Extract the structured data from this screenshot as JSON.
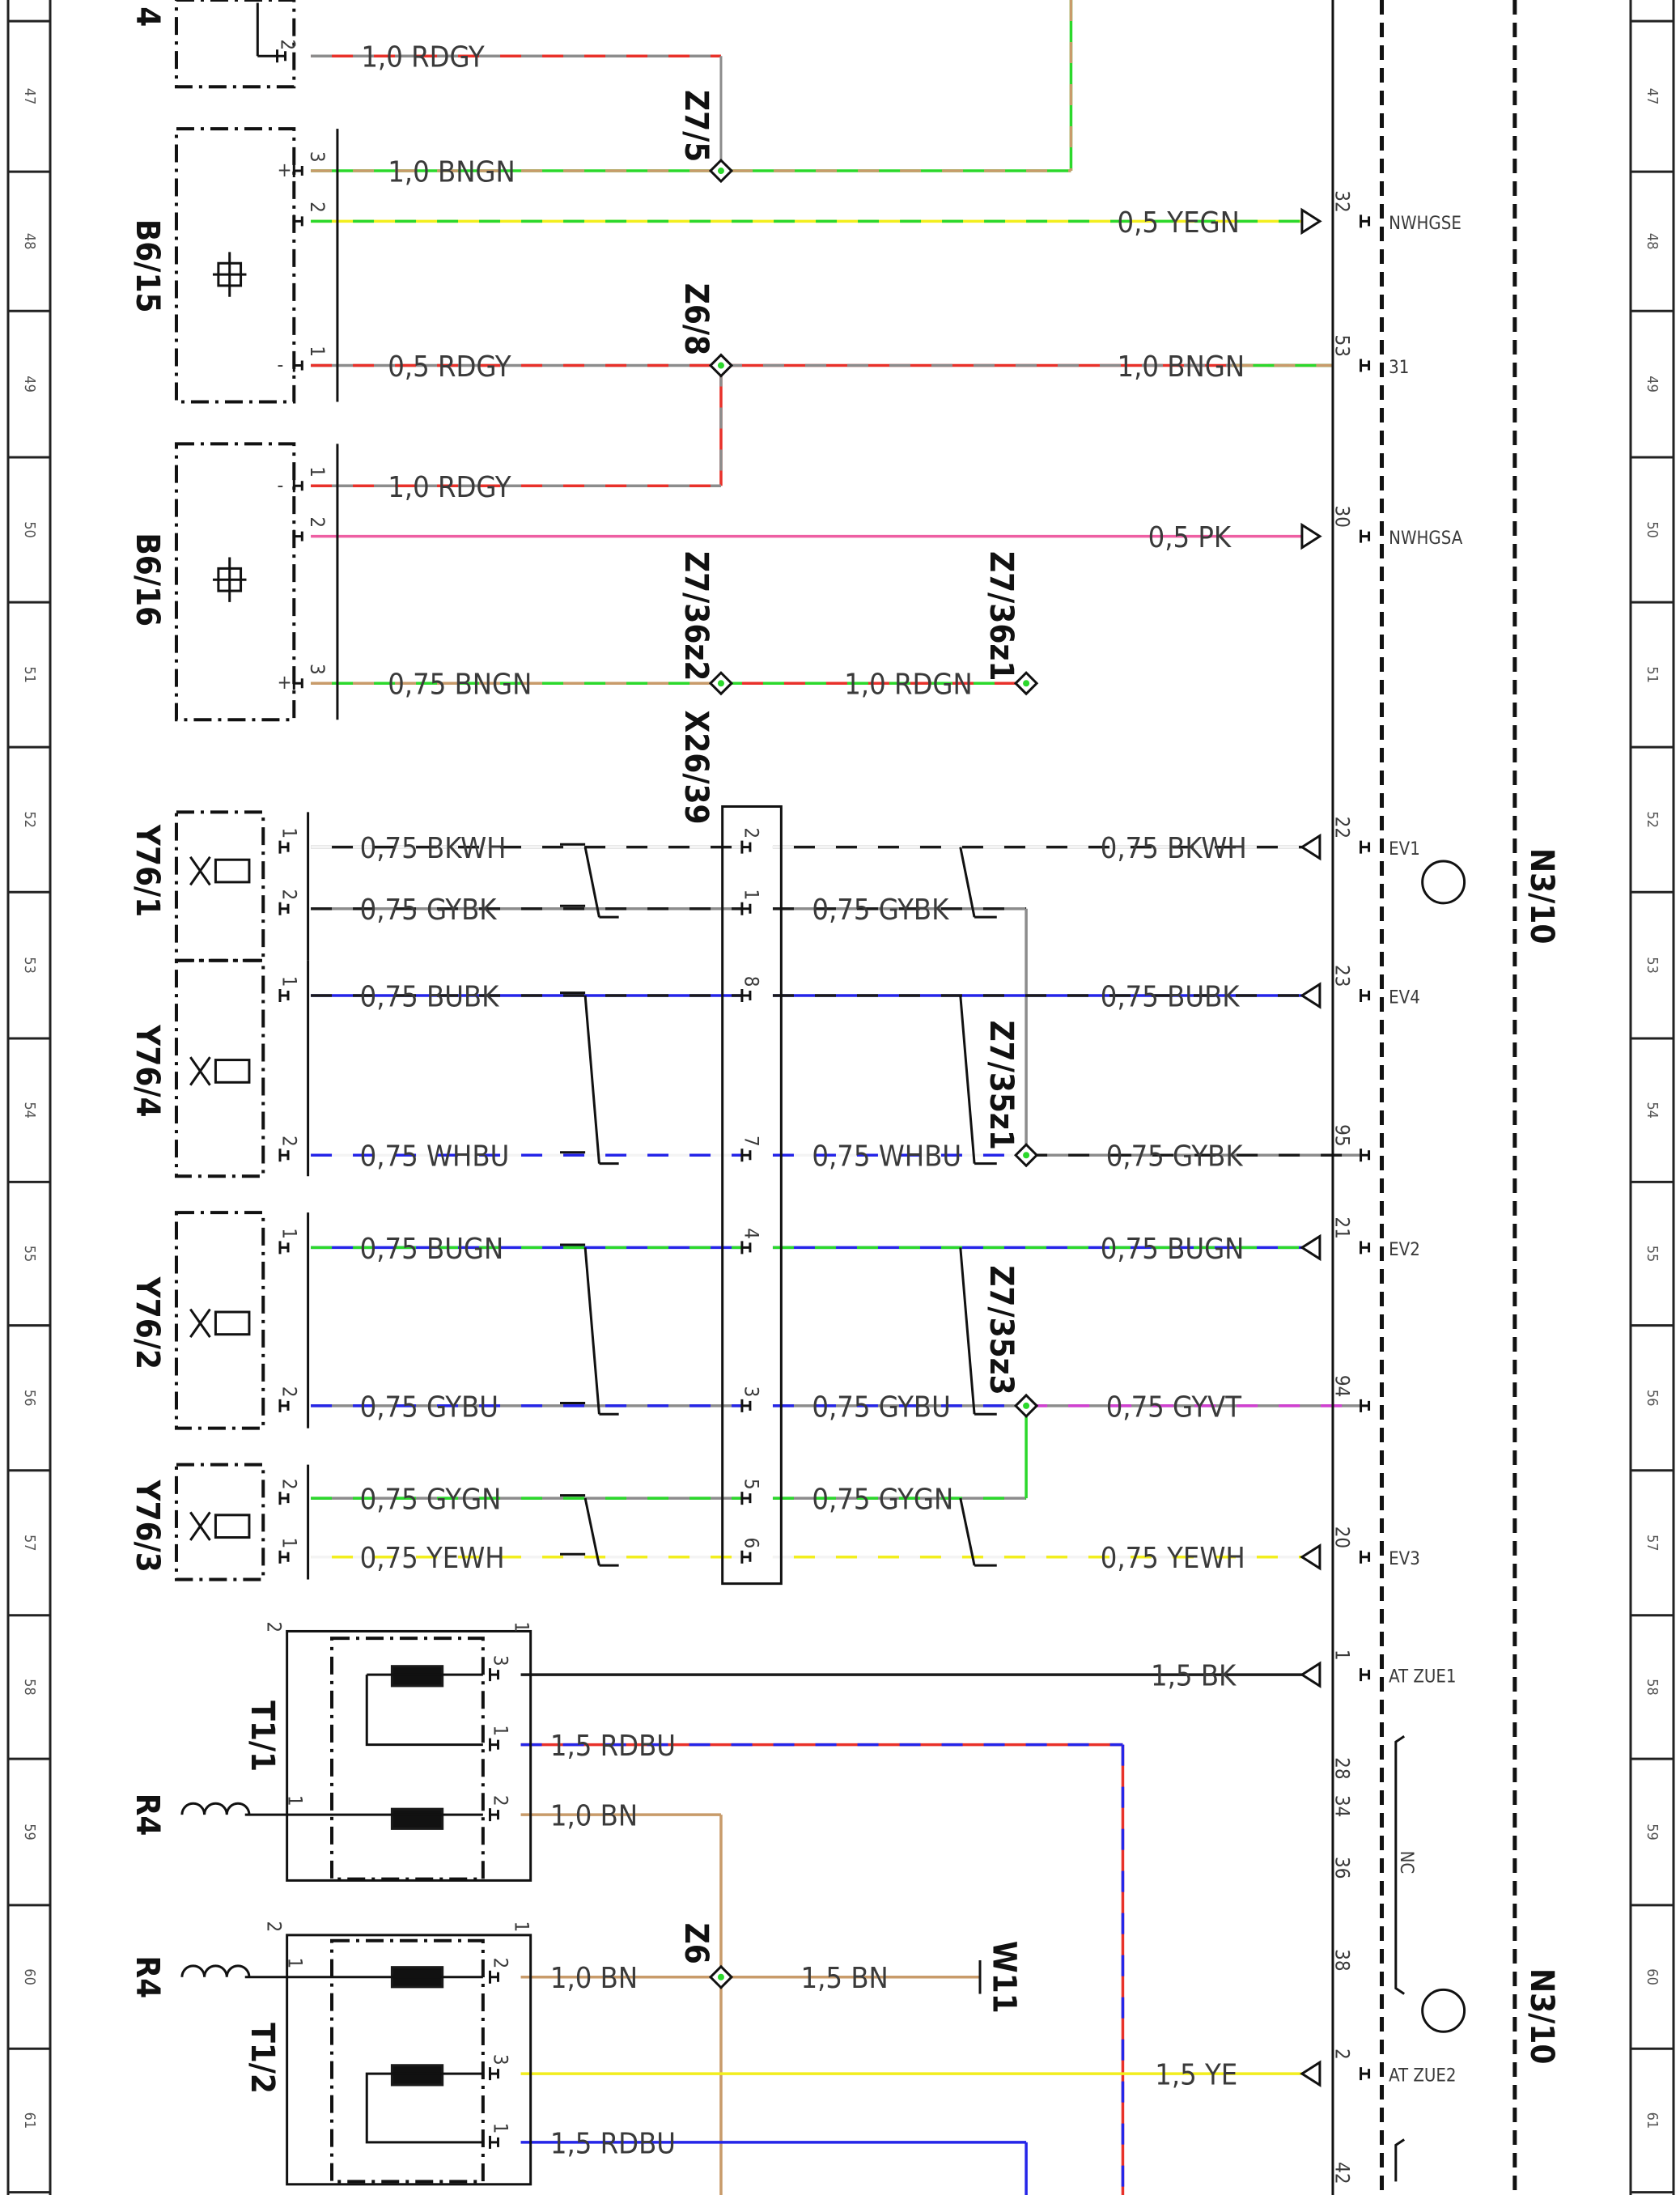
{
  "rows": [
    "47",
    "48",
    "49",
    "50",
    "51",
    "52",
    "53",
    "54",
    "55",
    "56",
    "57",
    "58",
    "59",
    "60",
    "61"
  ],
  "components": {
    "top_fragment": "4",
    "b6_15": "B6/15",
    "b6_16": "B6/16",
    "y76_1": "Y76/1",
    "y76_4": "Y76/4",
    "y76_2": "Y76/2",
    "y76_3": "Y76/3",
    "t1_1": "T1/1",
    "t1_2": "T1/2",
    "r4_a": "R4",
    "r4_b": "R4",
    "n3_10_a": "N3/10",
    "n3_10_b": "N3/10",
    "x26_39": "X26/39",
    "w11": "W11"
  },
  "splices": {
    "z7_5": "Z7/5",
    "z6_8": "Z6/8",
    "z7_36z2": "Z7/36z2",
    "z7_36z1": "Z7/36z1",
    "z7_35z1": "Z7/35z1",
    "z7_35z3": "Z7/35z3",
    "z6": "Z6"
  },
  "wires": {
    "w1": "1,0 RDGY",
    "w2": "1,0 BNGN",
    "w3": "0,5 YEGN",
    "w4": "0,5 RDGY",
    "w5": "1,0 BNGN",
    "w6": "1,0 RDGY",
    "w7": "0,5 PK",
    "w8": "0,75 BNGN",
    "w9": "1,0 RDGN",
    "w10": "0,75 BKWH",
    "w11": "0,75 BKWH",
    "w12": "0,75 GYBK",
    "w13": "0,75 GYBK",
    "w14": "0,75 BUBK",
    "w15": "0,75 BUBK",
    "w16": "0,75 WHBU",
    "w17": "0,75 WHBU",
    "w18": "0,75 GYBK",
    "w19": "0,75 BUGN",
    "w20": "0,75 BUGN",
    "w21": "0,75 GYBU",
    "w22": "0,75 GYBU",
    "w23": "0,75 GYVT",
    "w24": "0,75 GYGN",
    "w25": "0,75 GYGN",
    "w26": "0,75 YEWH",
    "w27": "0,75 YEWH",
    "w28": "1,5 BK",
    "w29": "1,5 RDBU",
    "w30": "1,0 BN",
    "w31": "1,0 BN",
    "w32": "1,5 BN",
    "w33": "1,5 YE",
    "w34": "1,5 RDBU"
  },
  "signals": {
    "nwhgse": "NWHGSE",
    "s31": "31",
    "nwhgsa": "NWHGSA",
    "ev1": "EV1",
    "ev4": "EV4",
    "ev2": "EV2",
    "ev3": "EV3",
    "at_zue1": "AT ZUE1",
    "nc": "NC",
    "at_zue2": "AT ZUE2"
  },
  "n3_pins": {
    "p32": "32",
    "p53": "53",
    "p30": "30",
    "p22": "22",
    "p23": "23",
    "p95": "95",
    "p21": "21",
    "p94": "94",
    "p20": "20",
    "p1": "1",
    "p28": "28",
    "p34": "34",
    "p36": "36",
    "p38": "38",
    "p2": "2",
    "p42": "42"
  },
  "x_pins": {
    "p2": "2",
    "p1": "1",
    "p8": "8",
    "p7": "7",
    "p4": "4",
    "p3": "3",
    "p5": "5",
    "p6": "6"
  },
  "comp_pins": {
    "a2": "2",
    "b15_3": "3",
    "b15_2": "2",
    "b15_1": "1",
    "b16_1": "1",
    "b16_2": "2",
    "b16_3": "3",
    "y1_1": "1",
    "y1_2": "2",
    "y4_1": "1",
    "y4_2": "2",
    "y2_1": "1",
    "y2_2": "2",
    "y3_2": "2",
    "y3_1": "1",
    "t1_3": "3",
    "t1_1": "1",
    "t1_2": "2",
    "t1_c1": "1",
    "t1_c2": "2",
    "t1_in1": "1",
    "t2_2": "2",
    "t2_3": "3",
    "t2_1": "1",
    "t2_c1": "1",
    "t2_c2": "2",
    "t2_in1": "1"
  },
  "polarity": {
    "b15_plus": "+",
    "b15_minus": "-",
    "b16_minus": "-",
    "b16_plus": "+"
  },
  "colors": {
    "RD": "#e8312a",
    "GY": "#8c8c8c",
    "GN": "#2bd82b",
    "BN": "#c89b6a",
    "YE": "#f2ee1e",
    "PK": "#ee5fa3",
    "BK": "#1a1a1a",
    "WH": "#f4f4f4",
    "BU": "#2525e8",
    "VT": "#d13fd1"
  }
}
